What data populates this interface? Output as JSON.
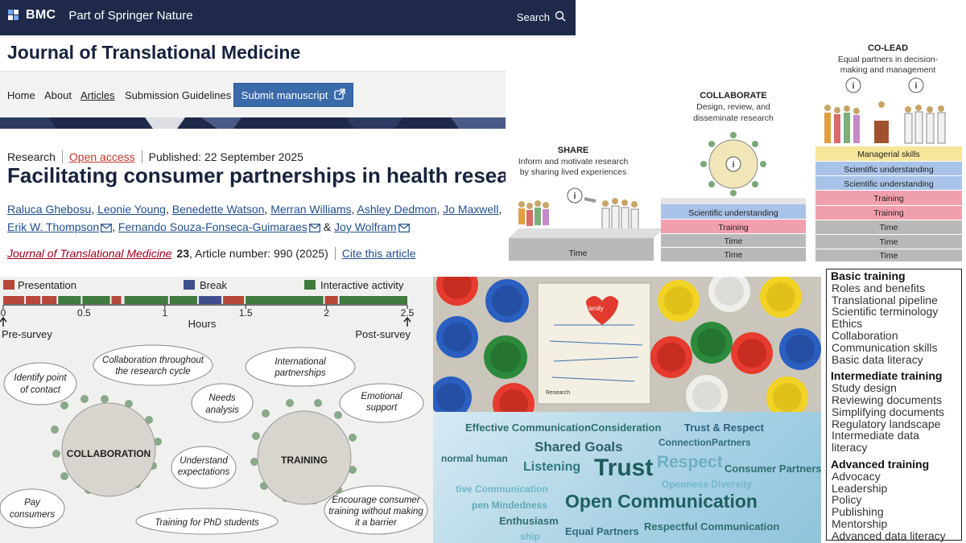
{
  "header": {
    "brand": "BMC",
    "part_of": "Part of Springer Nature",
    "search_label": "Search"
  },
  "journal": {
    "title": "Journal of Translational Medicine"
  },
  "nav": {
    "items": [
      "Home",
      "About",
      "Articles",
      "Submission Guidelines"
    ],
    "submit_label": "Submit manuscript"
  },
  "article": {
    "type": "Research",
    "access": "Open access",
    "published": "Published: 22 September 2025",
    "title": "Facilitating consumer partnerships in health research",
    "authors": [
      "Raluca Ghebosu",
      "Leonie Young",
      "Benedette Watson",
      "Merran Williams",
      "Ashley Dedmon",
      "Jo Maxwell",
      "Erik W. Thompson",
      "Fernando Souza-Fonseca-Guimaraes",
      "Joy Wolfram"
    ],
    "journal_name": "Journal of Translational Medicine",
    "volume": "23",
    "article_number": ", Article number: 990 (2025)",
    "cite_label": "Cite this article"
  },
  "partnership": {
    "stages": [
      {
        "title": "SHARE",
        "desc": "Inform and motivate research by sharing lived experiences",
        "layers": [
          "Time"
        ]
      },
      {
        "title": "COLLABORATE",
        "desc": "Design, review, and disseminate research",
        "layers": [
          "Scientific understanding",
          "Training",
          "Time",
          "Time"
        ]
      },
      {
        "title": "CO-LEAD",
        "desc": "Equal partners in decision-making and management",
        "layers": [
          "Managerial skills",
          "Scientific understanding",
          "Scientific understanding",
          "Training",
          "Training",
          "Time",
          "Time",
          "Time"
        ]
      }
    ],
    "colors": {
      "time": "#b9b9b9",
      "training": "#f0a0ad",
      "scientific": "#a9c3e8",
      "managerial": "#f7e59a"
    }
  },
  "timeline": {
    "legend": [
      {
        "label": "Presentation",
        "color": "#b5483a"
      },
      {
        "label": "Break",
        "color": "#3f4f8e"
      },
      {
        "label": "Interactive activity",
        "color": "#3f7a3f"
      }
    ],
    "ticks": [
      "0",
      "0.5",
      "1",
      "1.5",
      "2",
      "2.5"
    ],
    "axis_label": "Hours",
    "pre_label": "Pre-survey",
    "post_label": "Post-survey",
    "segments": [
      {
        "start": 0,
        "end": 0.13,
        "kind": "Presentation"
      },
      {
        "start": 0.14,
        "end": 0.23,
        "kind": "Presentation"
      },
      {
        "start": 0.24,
        "end": 0.33,
        "kind": "Presentation"
      },
      {
        "start": 0.34,
        "end": 0.48,
        "kind": "Interactive activity"
      },
      {
        "start": 0.49,
        "end": 0.66,
        "kind": "Interactive activity"
      },
      {
        "start": 0.67,
        "end": 0.73,
        "kind": "Presentation"
      },
      {
        "start": 0.75,
        "end": 1.02,
        "kind": "Interactive activity"
      },
      {
        "start": 1.03,
        "end": 1.2,
        "kind": "Interactive activity"
      },
      {
        "start": 1.21,
        "end": 1.35,
        "kind": "Break"
      },
      {
        "start": 1.36,
        "end": 1.49,
        "kind": "Presentation"
      },
      {
        "start": 1.5,
        "end": 1.98,
        "kind": "Interactive activity"
      },
      {
        "start": 1.99,
        "end": 2.07,
        "kind": "Presentation"
      },
      {
        "start": 2.08,
        "end": 2.5,
        "kind": "Interactive activity"
      }
    ]
  },
  "circles": {
    "left_label": "COLLABORATION",
    "right_label": "TRAINING",
    "bubbles_left": [
      "Identify point of contact",
      "Collaboration throughout the research cycle",
      "Understand expectations",
      "Pay consumers"
    ],
    "bubbles_right": [
      "Needs analysis",
      "International partnerships",
      "Emotional support",
      "Training for PhD students",
      "Encourage consumer training without making it a barrier"
    ]
  },
  "photo": {
    "poster_words": [
      "Family",
      "Research"
    ]
  },
  "wordcloud": {
    "words": [
      {
        "text": "Effective Communication",
        "color": "#2e6f6a"
      },
      {
        "text": "Consideration",
        "color": "#2f6f6f"
      },
      {
        "text": "Trust & Respect",
        "color": "#2f5f7a"
      },
      {
        "text": "Shared Goals",
        "color": "#2b5f6a"
      },
      {
        "text": "ConnectionPartners",
        "color": "#2f6d7a"
      },
      {
        "text": "normal human",
        "color": "#2f6f6f"
      },
      {
        "text": "Listening",
        "color": "#2c7a80"
      },
      {
        "text": "Trust",
        "color": "#1f5c5c"
      },
      {
        "text": "Respect",
        "color": "#6fb0c0"
      },
      {
        "text": "Consumer Partners",
        "color": "#2f6f6f"
      },
      {
        "text": "Openness Diversity",
        "color": "#6fb8c8"
      },
      {
        "text": "tive Communication",
        "color": "#6fb8c8"
      },
      {
        "text": "Open Communication",
        "color": "#1d5f5f"
      },
      {
        "text": "pen Mindedness",
        "color": "#5fa8b8"
      },
      {
        "text": "Enthusiasm",
        "color": "#2f6f6f"
      },
      {
        "text": "Equal Partners",
        "color": "#2f6f7a"
      },
      {
        "text": "Respectful Communication",
        "color": "#2f6f6f"
      },
      {
        "text": "ship",
        "color": "#6fb8c8"
      }
    ]
  },
  "training_levels": [
    {
      "title": "Basic training",
      "items": [
        "Roles and benefits",
        "Translational pipeline",
        "Scientific terminology",
        "Ethics",
        "Collaboration",
        "Communication skills",
        "Basic data literacy"
      ]
    },
    {
      "title": "Intermediate training",
      "items": [
        "Study design",
        "Reviewing documents",
        "Simplifying documents",
        "Regulatory landscape",
        "Intermediate data literacy"
      ]
    },
    {
      "title": "Advanced training",
      "items": [
        "Advocacy",
        "Leadership",
        "Policy",
        "Publishing",
        "Mentorship",
        "Advanced data literacy"
      ]
    }
  ]
}
